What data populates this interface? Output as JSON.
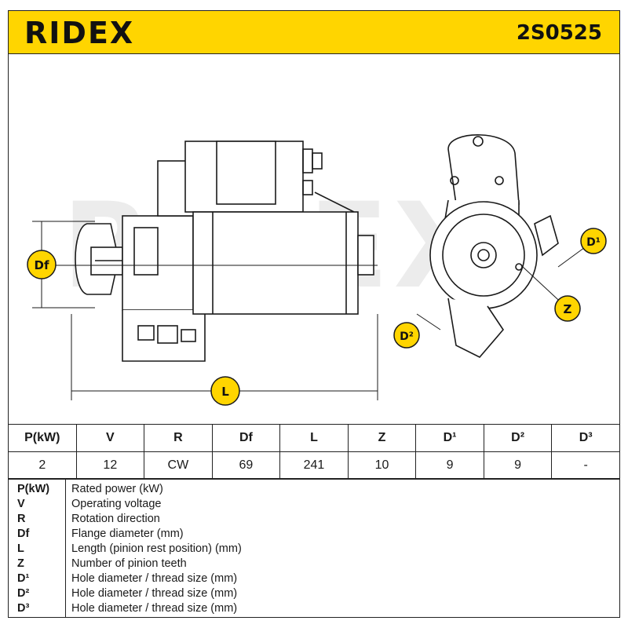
{
  "header": {
    "brand": "RIDEX",
    "part_number": "2S0525"
  },
  "drawing": {
    "watermark": "RIDEX",
    "labels": {
      "df": "Df",
      "l": "L",
      "z": "Z",
      "d1": "D¹",
      "d2": "D²"
    },
    "colors": {
      "badge": "#FFD500",
      "line": "#1a1a1a",
      "watermark": "#e6e6e6"
    }
  },
  "spec_table": {
    "columns": [
      "P(kW)",
      "V",
      "R",
      "Df",
      "L",
      "Z",
      "D¹",
      "D²",
      "D³"
    ],
    "values": [
      "2",
      "12",
      "CW",
      "69",
      "241",
      "10",
      "9",
      "9",
      "-"
    ]
  },
  "legend": [
    {
      "key": "P(kW)",
      "text": "Rated power (kW)"
    },
    {
      "key": "V",
      "text": "Operating voltage"
    },
    {
      "key": "R",
      "text": "Rotation direction"
    },
    {
      "key": "Df",
      "text": "Flange diameter (mm)"
    },
    {
      "key": "L",
      "text": "Length (pinion rest position) (mm)"
    },
    {
      "key": "Z",
      "text": "Number of pinion teeth"
    },
    {
      "key": "D¹",
      "text": "Hole diameter / thread size (mm)"
    },
    {
      "key": "D²",
      "text": "Hole diameter / thread size (mm)"
    },
    {
      "key": "D³",
      "text": "Hole diameter / thread size (mm)"
    }
  ]
}
